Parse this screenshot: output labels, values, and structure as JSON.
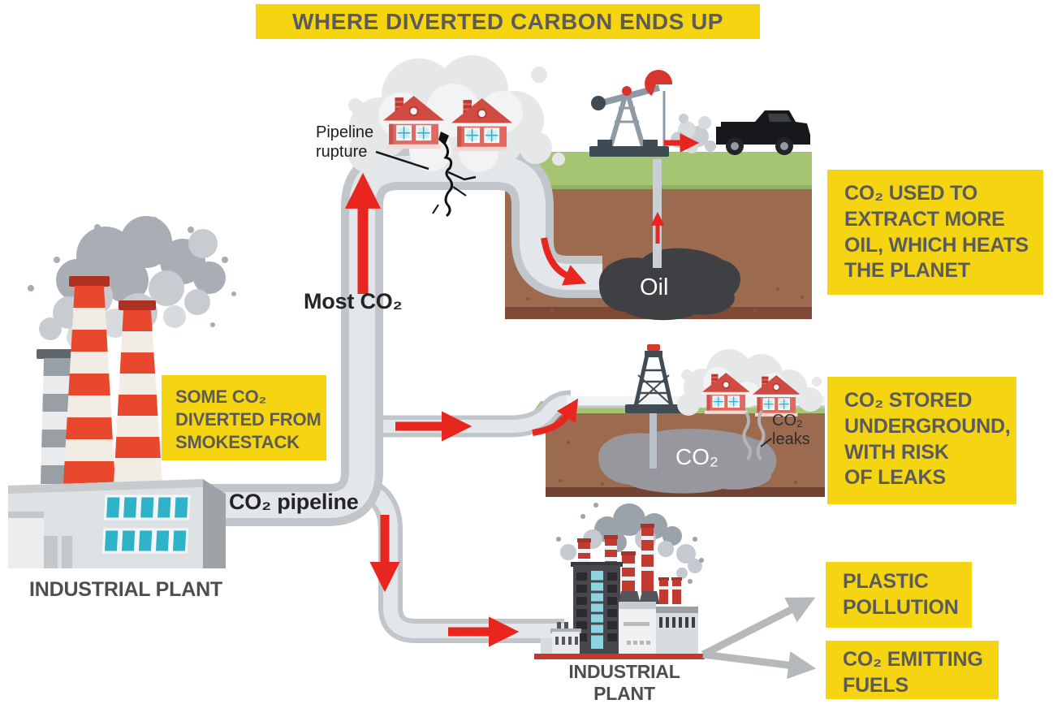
{
  "title": "WHERE DIVERTED CARBON ENDS UP",
  "colors": {
    "accent_yellow": "#F5D412",
    "box_text_gray": "#5B5B5E",
    "arrow_red": "#E8251F",
    "pipe_core": "#E4E7E9",
    "pipe_edge": "#C1C6CA",
    "fork_arrow_gray": "#B6B9BB",
    "grass_green": "#A6C573",
    "soil_brown": "#9C6A4E",
    "oil_blob_dark": "#3F4043",
    "co2_blob_gray": "#97979D"
  },
  "source_plant": {
    "label": "INDUSTRIAL PLANT"
  },
  "pipeline": {
    "label": "CO₂ pipeline",
    "most_label": "Most CO₂",
    "rupture_label": "Pipeline\nrupture"
  },
  "callouts": {
    "diverted": "SOME CO₂\nDIVERTED FROM\nSMOKESTACK",
    "oil": "CO₂ USED TO\nEXTRACT MORE\nOIL, WHICH HEATS\nTHE PLANET",
    "stored": "CO₂ STORED\nUNDERGROUND,\nWITH RISK\nOF LEAKS",
    "plastic": "PLASTIC\nPOLLUTION",
    "fuels": "CO₂ EMITTING\nFUELS"
  },
  "underground": {
    "oil_label": "Oil",
    "co2_label": "CO₂",
    "leaks_label": "CO₂\nleaks"
  },
  "destination_plant": {
    "label": "INDUSTRIAL PLANT"
  }
}
